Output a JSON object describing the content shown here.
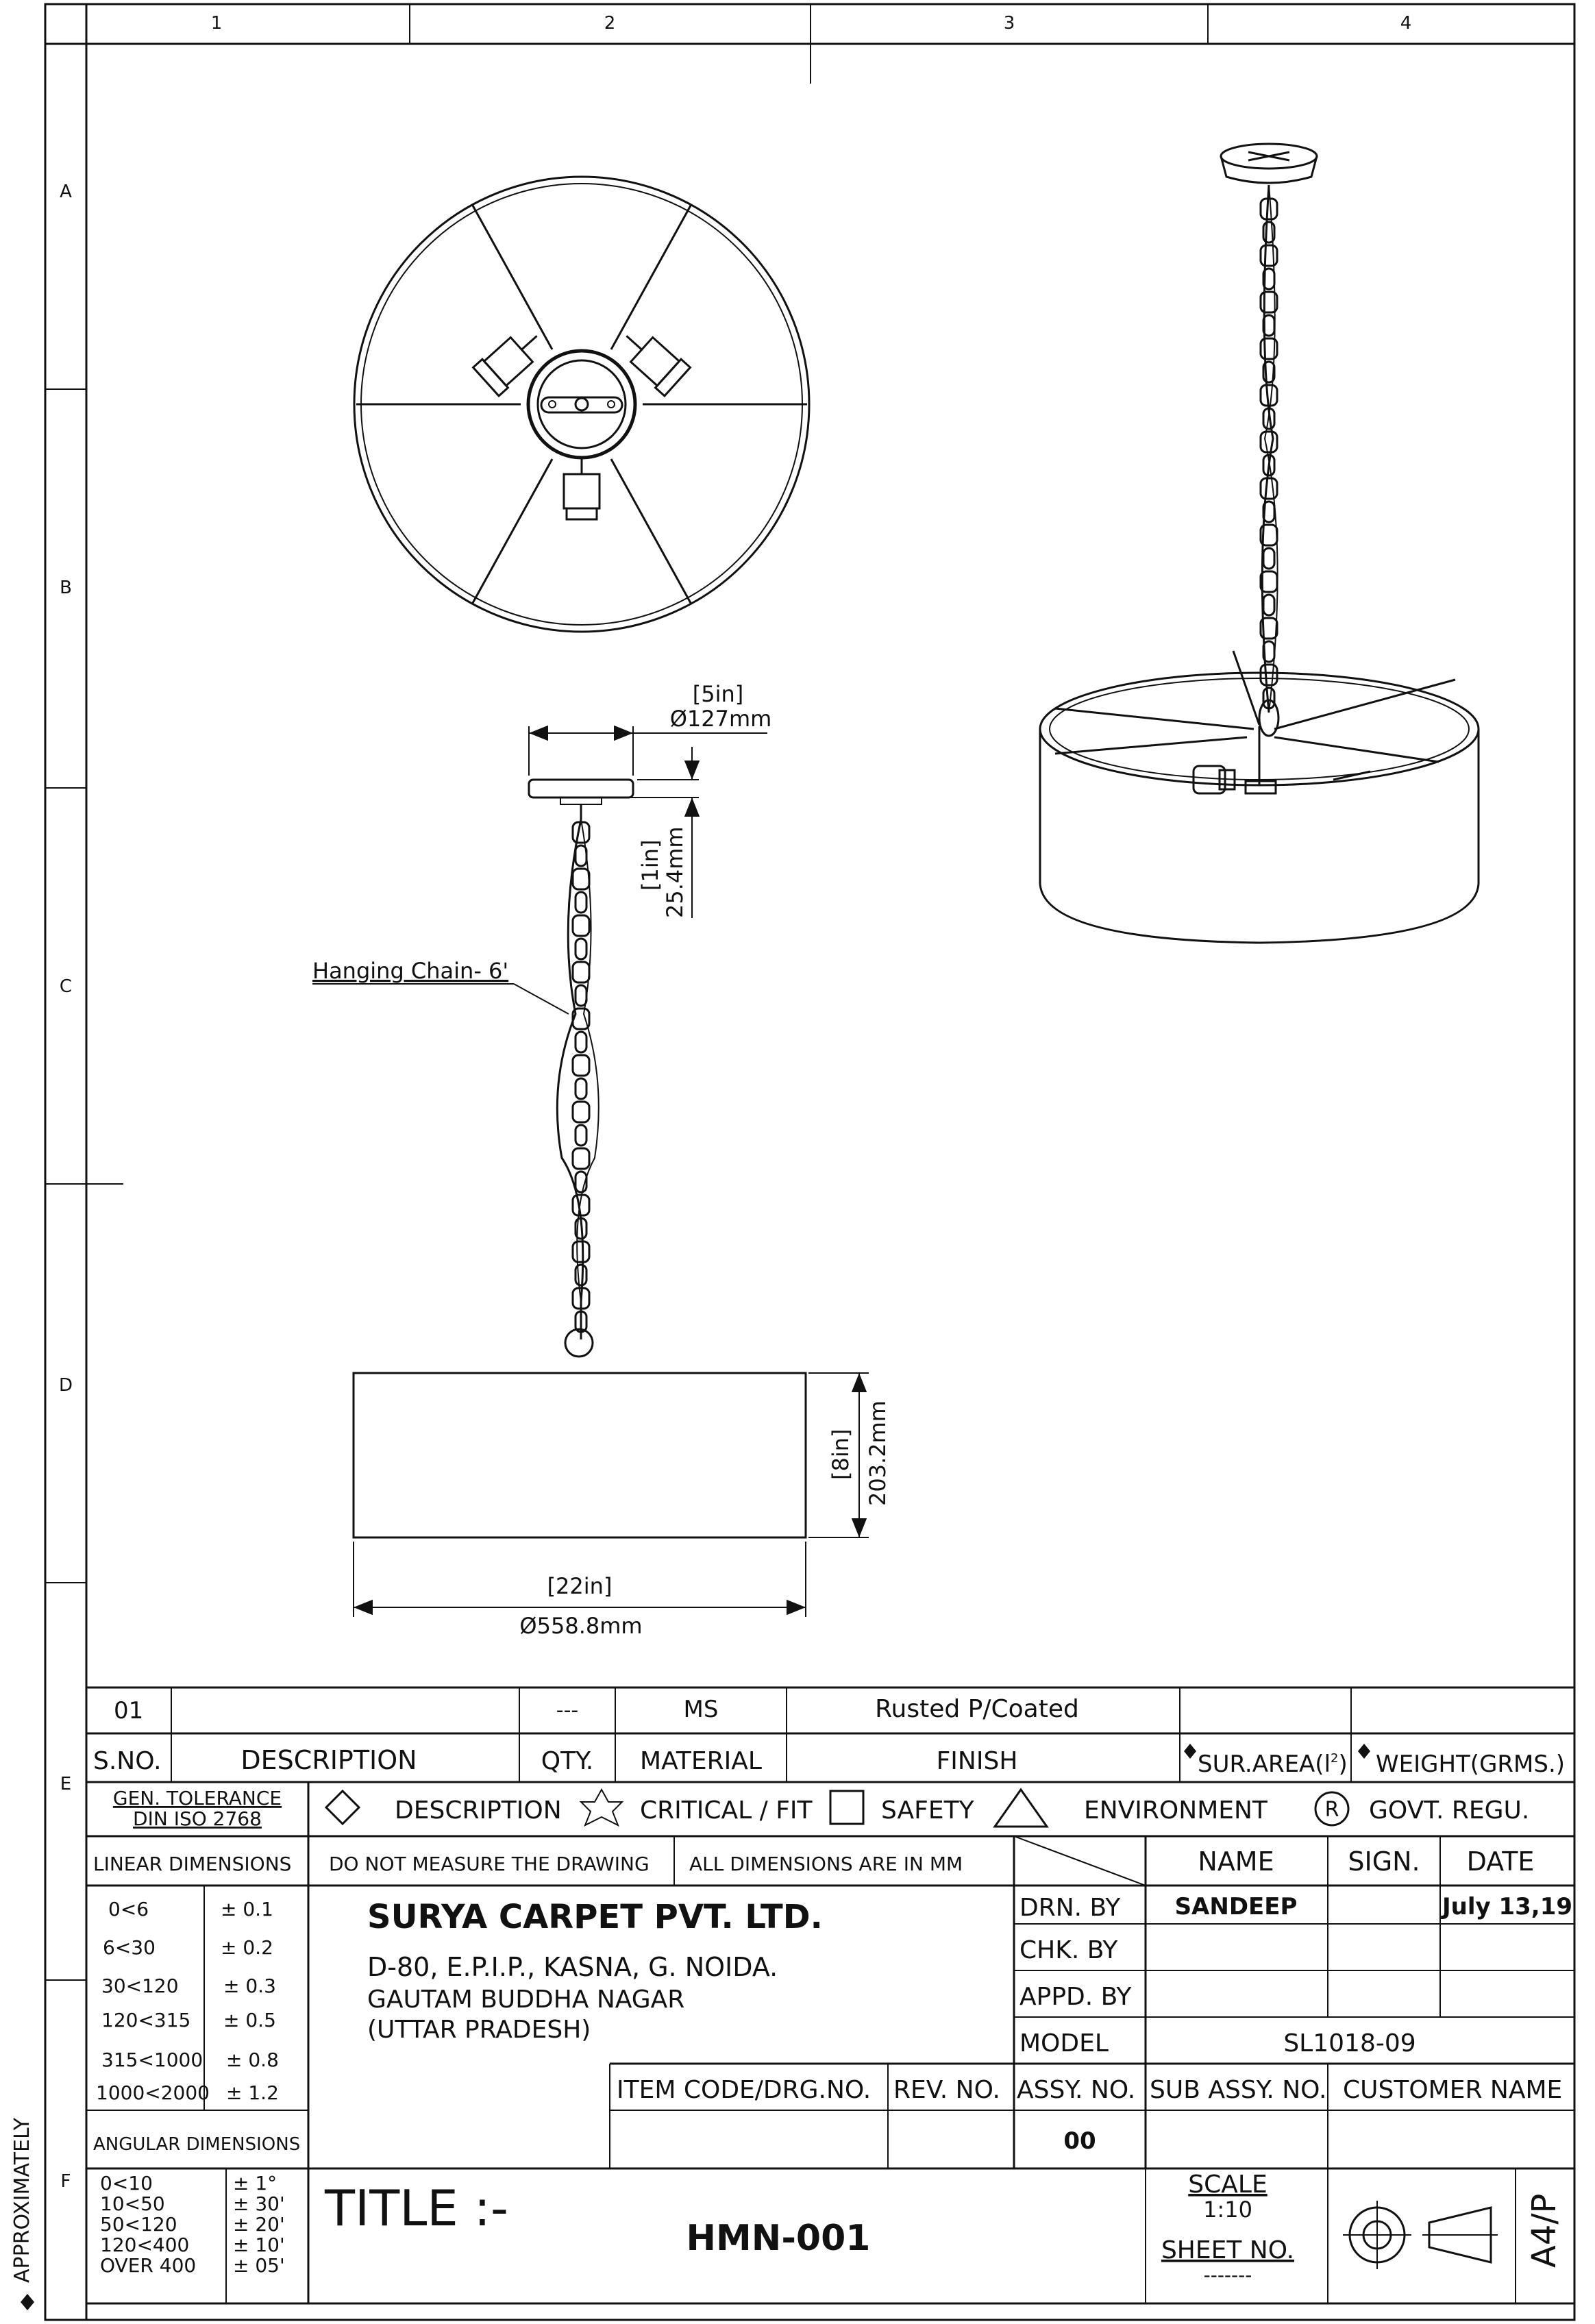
{
  "frame": {
    "cols": [
      "1",
      "2",
      "3",
      "4"
    ],
    "rows": [
      "A",
      "B",
      "C",
      "D",
      "E",
      "F"
    ],
    "side_note": "APPROXIMATELY"
  },
  "dimensions": {
    "top_width_in": "[5in]",
    "top_width_mm": "Ø127mm",
    "canopy_height_in": "[1in]",
    "canopy_height_mm": "25.4mm",
    "chain_label": "Hanging Chain- 6'",
    "shade_height_in": "[8in]",
    "shade_height_mm": "203.2mm",
    "shade_dia_in": "[22in]",
    "shade_dia_mm": "Ø558.8mm"
  },
  "bom": {
    "row": {
      "sno": "01",
      "description": "",
      "qty": "---",
      "material": "MS",
      "finish": "Rusted P/Coated",
      "sur_area": "",
      "weight": ""
    },
    "headers": {
      "sno": "S.NO.",
      "description": "DESCRIPTION",
      "qty": "QTY.",
      "material": "MATERIAL",
      "finish": "FINISH",
      "sur_area": "SUR.AREA(l",
      "sur_area_sup": "2",
      "sur_area_end": ")",
      "weight": "WEIGHT(GRMS.)"
    }
  },
  "legend": {
    "gen_tol_1": "GEN. TOLERANCE",
    "gen_tol_2": "DIN ISO 2768",
    "description": "DESCRIPTION",
    "critical": "CRITICAL / FIT",
    "safety": "SAFETY",
    "environment": "ENVIRONMENT",
    "govt_symbol": "R",
    "govt": "GOVT. REGU."
  },
  "notes": {
    "linear_dimensions": "LINEAR DIMENSIONS",
    "do_not_measure": "DO NOT MEASURE THE DRAWING",
    "all_dims_mm": "ALL DIMENSIONS ARE IN MM",
    "angular_dimensions": "ANGULAR DIMENSIONS"
  },
  "linear_tol": [
    {
      "range": "0<6",
      "tol": "± 0.1"
    },
    {
      "range": "6<30",
      "tol": "± 0.2"
    },
    {
      "range": "30<120",
      "tol": "± 0.3"
    },
    {
      "range": "120<315",
      "tol": "± 0.5"
    },
    {
      "range": "315<1000",
      "tol": "± 0.8"
    },
    {
      "range": "1000<2000",
      "tol": "± 1.2"
    }
  ],
  "angular_tol": [
    {
      "range": "0<10",
      "tol": "± 1°"
    },
    {
      "range": "10<50",
      "tol": "± 30'"
    },
    {
      "range": "50<120",
      "tol": "± 20'"
    },
    {
      "range": "120<400",
      "tol": "± 10'"
    },
    {
      "range": "OVER 400",
      "tol": "± 05'"
    }
  ],
  "company": {
    "name": "SURYA CARPET PVT. LTD.",
    "addr1": "D-80, E.P.I.P., KASNA, G. NOIDA.",
    "addr2": "GAUTAM BUDDHA NAGAR",
    "addr3": "(UTTAR PRADESH)"
  },
  "signoff": {
    "name_header": "NAME",
    "sign_header": "SIGN.",
    "date_header": "DATE",
    "drn_by": "DRN. BY",
    "drn_name": "SANDEEP",
    "drn_date": "July 13,19",
    "chk_by": "CHK. BY",
    "appd_by": "APPD. BY",
    "model_label": "MODEL",
    "model_value": "SL1018-09"
  },
  "codes": {
    "item_code": "ITEM CODE/DRG.NO.",
    "rev_no": "REV. NO.",
    "assy_no": "ASSY. NO.",
    "sub_assy": "SUB ASSY. NO.",
    "customer": "CUSTOMER NAME",
    "assy_value": "00"
  },
  "title_block": {
    "title_label": "TITLE :-",
    "title_value": "HMN-001",
    "scale_label": "SCALE",
    "scale_value": "1:10",
    "sheet_label": "SHEET NO.",
    "sheet_value": "-------",
    "paper": "A4/P"
  }
}
